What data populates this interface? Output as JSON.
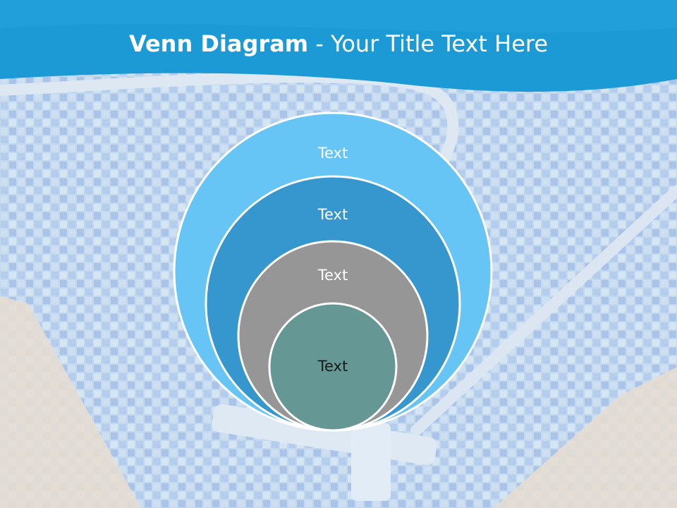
{
  "slide": {
    "title_bold": "Venn Diagram",
    "title_rest": " - Your Title Text Here"
  },
  "colors": {
    "header_blue": "#1b9ad6",
    "circle_outer": "#67c5f5",
    "circle_second": "#3597cd",
    "circle_third": "#969696",
    "circle_inner": "#659795",
    "circle_stroke": "#ffffff"
  },
  "background": {
    "description_icons": [
      "pool-tile-pattern",
      "pool-vacuum-hose",
      "pool-vacuum-head"
    ]
  },
  "diagram": {
    "circles": [
      {
        "label": "Text",
        "text_color": "#ffffff"
      },
      {
        "label": "Text",
        "text_color": "#ffffff"
      },
      {
        "label": "Text",
        "text_color": "#ffffff"
      },
      {
        "label": "Text",
        "text_color": "#1a1a1a"
      }
    ]
  }
}
